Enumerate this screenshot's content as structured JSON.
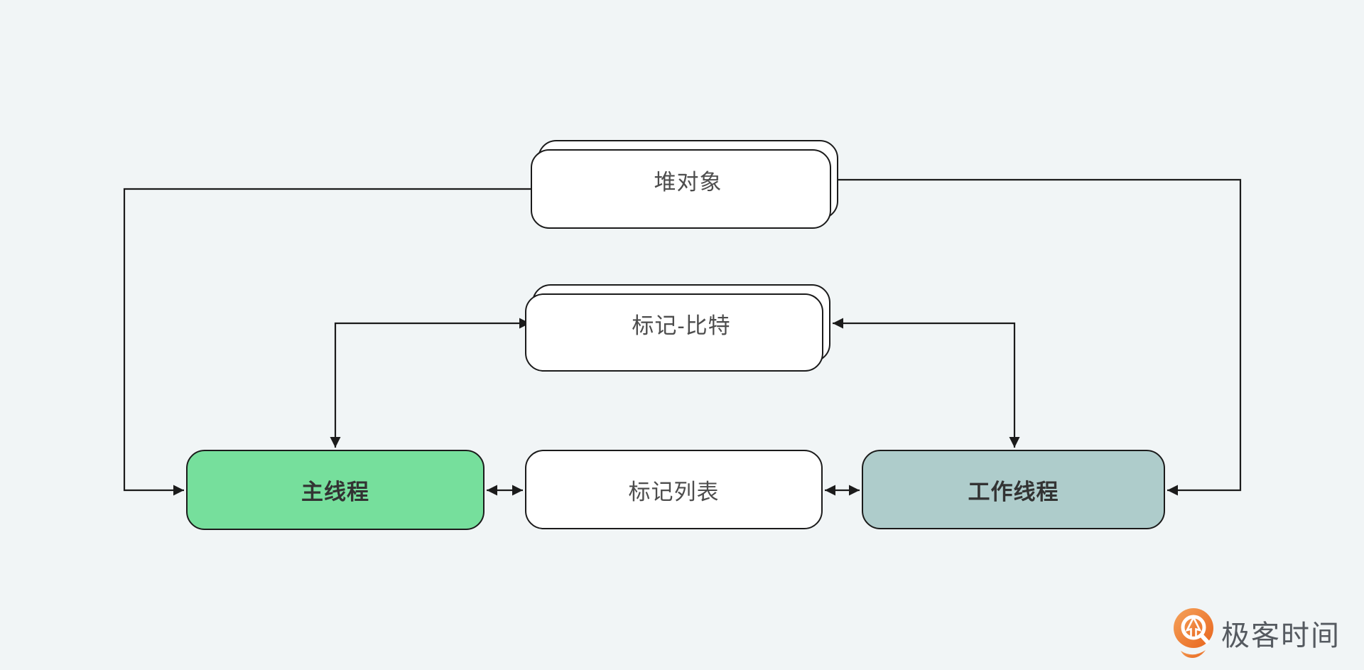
{
  "diagram": {
    "nodes": [
      {
        "id": "heap-object",
        "label": "堆对象",
        "style": "stacked-white"
      },
      {
        "id": "mark-bits",
        "label": "标记-比特",
        "style": "stacked-white"
      },
      {
        "id": "main-thread",
        "label": "主线程",
        "style": "green-accent"
      },
      {
        "id": "mark-list",
        "label": "标记列表",
        "style": "white"
      },
      {
        "id": "worker-thread",
        "label": "工作线程",
        "style": "teal-accent"
      }
    ],
    "connections": [
      {
        "from": "heap-object",
        "to": "main-thread",
        "type": "arrow"
      },
      {
        "from": "heap-object",
        "to": "worker-thread",
        "type": "arrow"
      },
      {
        "from": "mark-bits",
        "to": "main-thread",
        "type": "double-arrow"
      },
      {
        "from": "mark-bits",
        "to": "worker-thread",
        "type": "double-arrow"
      },
      {
        "from": "main-thread",
        "to": "mark-list",
        "type": "double-arrow"
      },
      {
        "from": "mark-list",
        "to": "worker-thread",
        "type": "double-arrow"
      }
    ]
  },
  "branding": {
    "logo_text": "极客时间"
  },
  "colors": {
    "canvas_bg": "#f1f5f6",
    "node_fill": "#ffffff",
    "node_border": "#1b1b1b",
    "main_thread_fill": "#76df9c",
    "worker_thread_fill": "#aecccb",
    "connector": "#1b1b1b",
    "label_text": "#4d4d4d",
    "label_text_strong": "#333333",
    "logo_orange_light": "#f5a35b",
    "logo_orange_dark": "#e8641c",
    "logo_text_color": "#555a60"
  }
}
